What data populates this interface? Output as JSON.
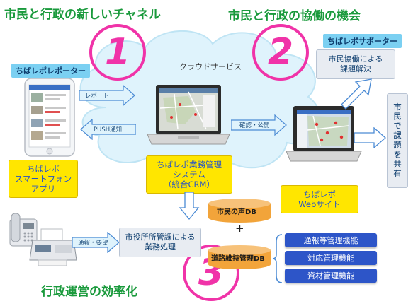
{
  "headlines": {
    "citizen_channel": "市民と行政の新しいチャネル",
    "collaboration": "市民と行政の協働の機会",
    "efficiency": "行政運営の効率化"
  },
  "circle_numbers": {
    "one": "1",
    "two": "2",
    "three": "3"
  },
  "cloud": {
    "label": "クラウドサービス"
  },
  "reporter": {
    "tag": "ちばレポレポーター",
    "app_label": [
      "ちばレポ",
      "スマートフォン",
      "アプリ"
    ]
  },
  "arrows": {
    "report": "レポート",
    "push": "PUSH通知",
    "confirm_publish": "確認・公開",
    "notify_request": "通報・要望"
  },
  "system": {
    "label": [
      "ちばレポ業務管理",
      "システム",
      "（統合CRM）"
    ]
  },
  "website": {
    "label": [
      "ちばレポ",
      "Webサイト"
    ]
  },
  "supporter": {
    "tag": "ちばレポサポーター",
    "box": [
      "市民協働による",
      "課題解決"
    ]
  },
  "sharing": {
    "text": "市民で課題を共有"
  },
  "databases": {
    "voice": "市民の声DB",
    "road": "道路維持管理DB"
  },
  "office": {
    "label": [
      "市役所所管課による",
      "業務処理"
    ]
  },
  "plus": "+",
  "functions": [
    "通報等管理機能",
    "対応管理機能",
    "資材管理機能"
  ]
}
